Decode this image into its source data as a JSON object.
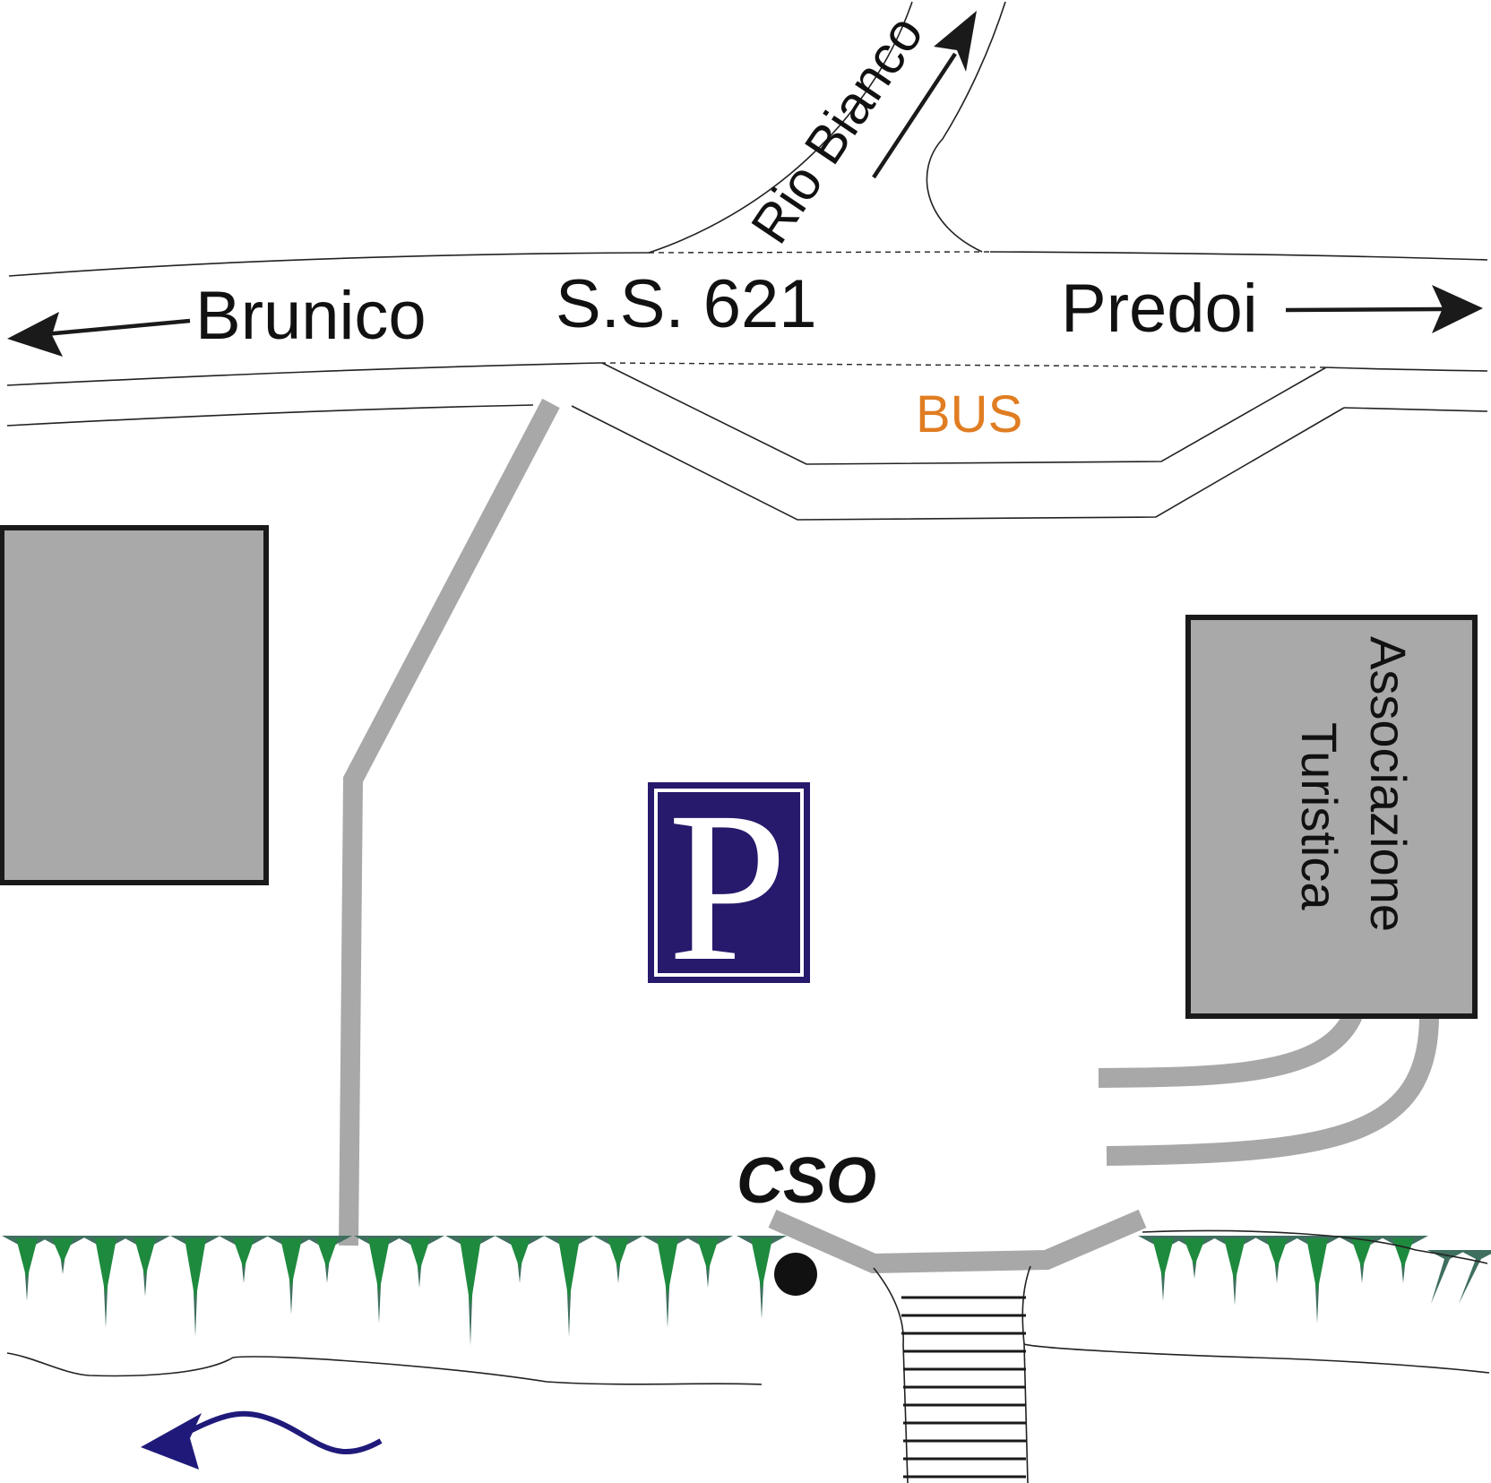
{
  "map": {
    "roads": {
      "main_road_label": "S.S. 621",
      "west_destination": "Brunico",
      "east_destination": "Predoi",
      "north_branch_label": "Rio Bianco"
    },
    "bus_stop_label": "BUS",
    "tourist_office_label_line1": "Associazione",
    "tourist_office_label_line2": "Turistica",
    "parking_sign_letter": "P",
    "meeting_point_label": "CSO",
    "colors": {
      "parking_sign_bg": "#27196b",
      "bus_label": "#e07d22",
      "building_fill": "#a9a9a9",
      "footpath": "#a8a8a8",
      "trees_dark": "#3f6f5e",
      "trees_light": "#1e8a3e",
      "river_arrow": "#1f1a7a",
      "meeting_point": "#111111"
    },
    "icons": [
      "parking-sign-icon",
      "meeting-point-marker",
      "river-flow-arrow-icon",
      "tree-icon",
      "footbridge-icon"
    ]
  }
}
